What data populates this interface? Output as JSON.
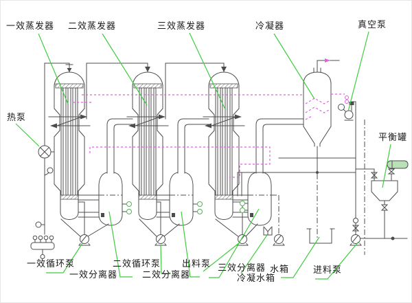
{
  "diagram": {
    "title_note": "",
    "labels": {
      "evaporator1": "一效蒸发器",
      "evaporator2": "二效蒸发器",
      "evaporator3": "三效蒸发器",
      "condenser": "冷凝器",
      "vacuum_pump": "真空泵",
      "heat_pump": "热泵",
      "balance_tank": "平衡罐",
      "circulation_pump1": "一效循环泵",
      "separator1": "一效分离器",
      "circulation_pump2": "二效循环泵",
      "separator2": "二效分离器",
      "discharge_pump": "出料泵",
      "separator3": "三效分离器",
      "condensate_tank": "冷凝水箱",
      "water_tank": "水箱",
      "feed_pump": "进料泵"
    },
    "colors": {
      "line": "#4c4c4c",
      "leader": "#3fcc3f",
      "instr": "#57b057",
      "mag": "#e060e0",
      "text": "#1a1a1a",
      "capsule": "#b9e0b9",
      "background": "#ffffff"
    }
  }
}
